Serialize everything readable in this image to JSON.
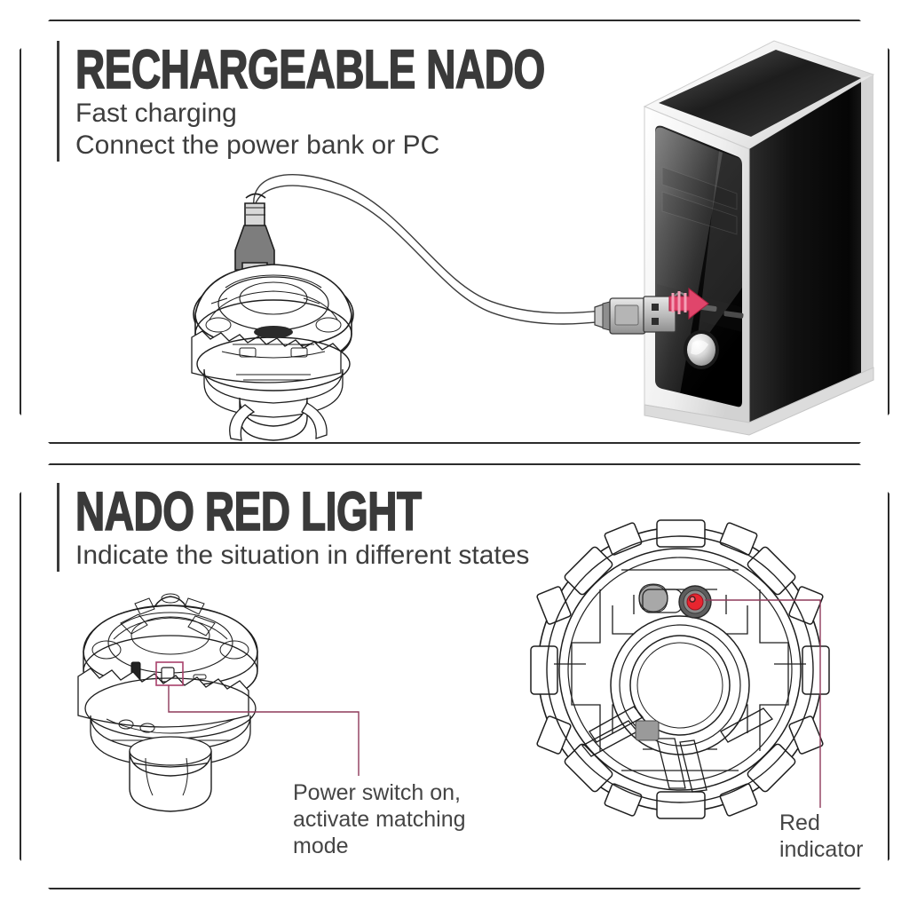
{
  "panels": [
    {
      "id": "charging",
      "headline": "RECHARGEABLE NADO",
      "sub1": "Fast charging",
      "sub2": "Connect the power bank or PC"
    },
    {
      "id": "redlight",
      "headline": "NADO RED LIGHT",
      "sub1": "Indicate the situation in different states"
    }
  ],
  "callouts": {
    "power_switch": "Power switch on,\nactivate matching\nmode",
    "red_indicator": "Red\nindicator"
  },
  "icons": {
    "usb_plug": "usb-plug-icon",
    "insert_arrow_down": "insert-arrow-down-icon",
    "insert_arrow_right": "insert-arrow-right-icon",
    "pc_tower": "pc-tower-icon",
    "power_button": "power-button-icon",
    "spinner_top": "spinning-top-icon",
    "spinner_bottom": "spinning-top-bottom-view-icon",
    "red_led": "red-led-icon",
    "charging_cable": "charging-cable-icon"
  },
  "colors": {
    "ink": "#3a3a3a",
    "line": "#2b2b2b",
    "accent_pink": "#c4677e",
    "accent_magenta": "#e0456b",
    "leader_line": "#8e3a5a",
    "red_led": "#e8252f",
    "pc_body": "#f2f2f2",
    "pc_front": "#151515",
    "panel_bg": "#ffffff"
  }
}
